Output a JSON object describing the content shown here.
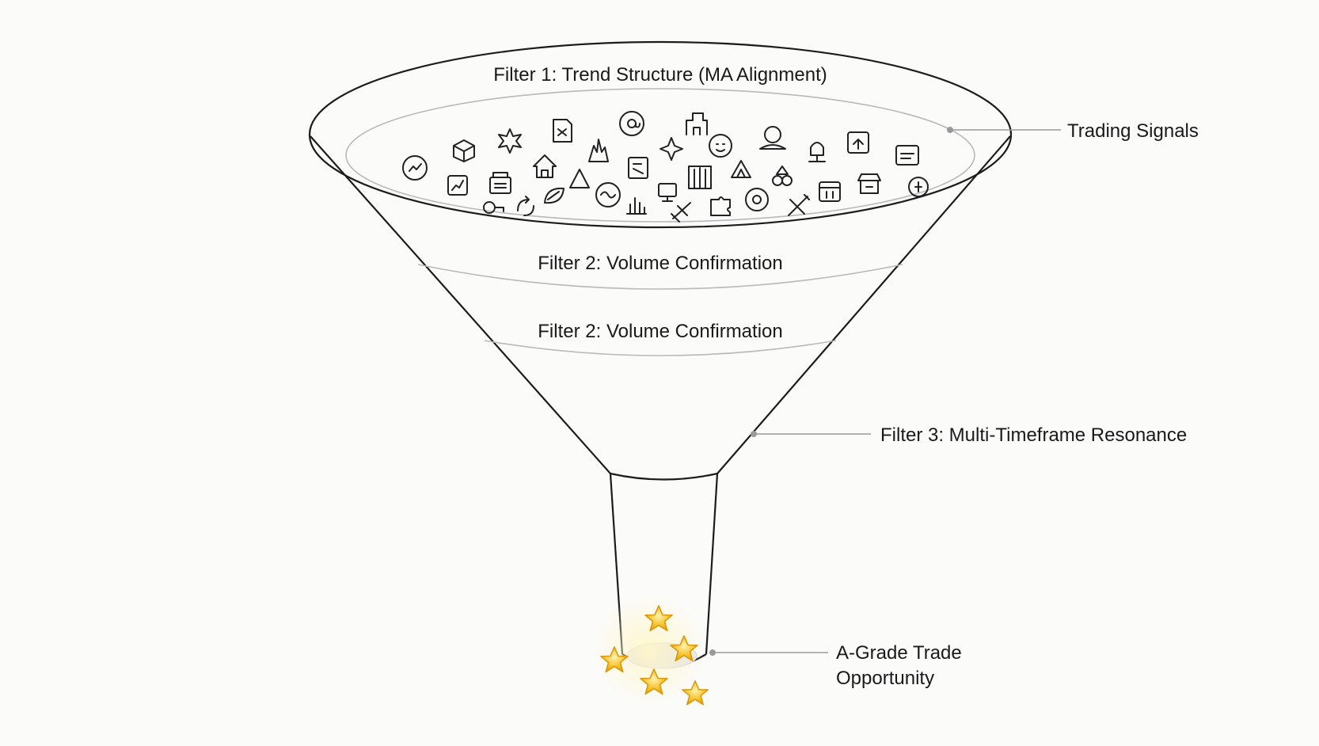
{
  "filters": {
    "filter1": "Filter 1: Trend Structure (MA Alignment)",
    "filter2a": "Filter 2: Volume Confirmation",
    "filter2b": "Filter 2: Volume Confirmation"
  },
  "callouts": {
    "signals": "Trading Signals",
    "filter3": "Filter 3: Multi-Timeframe Resonance",
    "output_line1": "A-Grade Trade",
    "output_line2": "Opportunity"
  },
  "colors": {
    "star_fill": "#f7c531",
    "star_stroke": "#d99a12",
    "line": "#1c1c1c",
    "leader": "#9a9a9a"
  },
  "icons": [
    "chart-icon",
    "box-icon",
    "gear-icon",
    "document-icon",
    "bar-chart-icon",
    "at-icon",
    "target-icon",
    "building-icon",
    "person-icon",
    "warning-icon",
    "coin-icon"
  ]
}
